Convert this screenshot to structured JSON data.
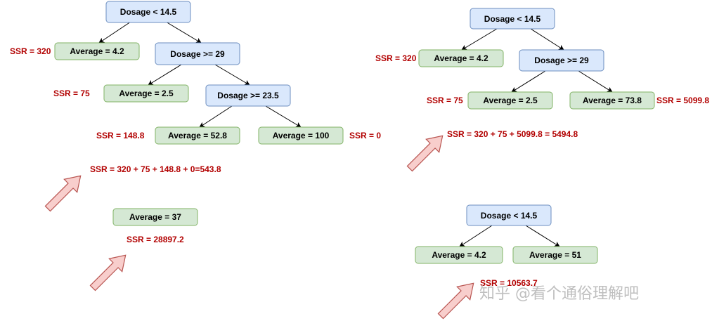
{
  "colors": {
    "decision_fill": "#dae8fc",
    "decision_stroke": "#6c8ebf",
    "leaf_fill": "#d5e8d4",
    "leaf_stroke": "#82b366",
    "ssr_text": "#b20000",
    "pointer_arrow_fill": "#f8cecc",
    "pointer_arrow_stroke": "#b85450"
  },
  "tree1": {
    "root": "Dosage < 14.5",
    "leaf_left": "Average = 4.2",
    "ssr_left": "SSR = 320",
    "node2": "Dosage >= 29",
    "leaf2": "Average = 2.5",
    "ssr2": "SSR = 75",
    "node3": "Dosage >= 23.5",
    "leaf3a": "Average = 52.8",
    "ssr3a": "SSR = 148.8",
    "leaf3b": "Average = 100",
    "ssr3b": "SSR = 0",
    "total": "SSR = 320 + 75 + 148.8 + 0=543.8"
  },
  "single_leaf": {
    "leaf": "Average = 37",
    "ssr": "SSR = 28897.2"
  },
  "tree2": {
    "root": "Dosage < 14.5",
    "leaf_left": "Average = 4.2",
    "ssr_left": "SSR = 320",
    "node2": "Dosage >= 29",
    "leaf2a": "Average = 2.5",
    "ssr2a": "SSR = 75",
    "leaf2b": "Average = 73.8",
    "ssr2b": "SSR = 5099.8",
    "total": "SSR = 320 + 75 + 5099.8 = 5494.8"
  },
  "tree3": {
    "root": "Dosage < 14.5",
    "leaf_left": "Average = 4.2",
    "leaf_right": "Average = 51",
    "ssr": "SSR = 10563.7"
  },
  "watermark": "知乎 @看个通俗理解吧"
}
